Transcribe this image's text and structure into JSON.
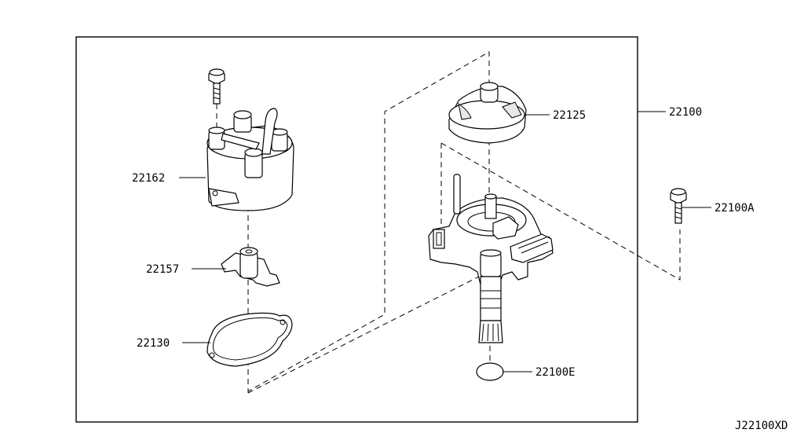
{
  "diagram": {
    "callouts": {
      "distributor_assembly": "22100",
      "distributor_cap": "22162",
      "rotor_head": "22157",
      "cap_gasket": "22130",
      "cap_seal_cover": "22125",
      "mount_bolt": "22100A",
      "o_ring": "22100E"
    },
    "diagram_code": "J22100XD"
  }
}
